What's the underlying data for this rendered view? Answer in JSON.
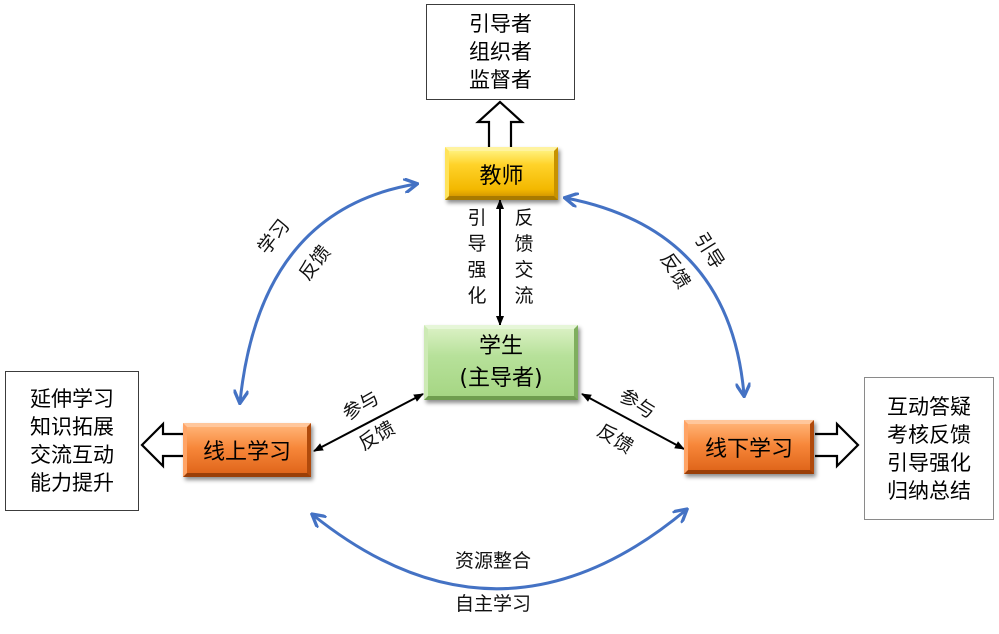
{
  "nodes": {
    "teacher": {
      "label": "教师",
      "color": "#ffc90e"
    },
    "teacher_roles": {
      "lines": [
        "引导者",
        "组织者",
        "监督者"
      ]
    },
    "student": {
      "line1": "学生",
      "line2": "(主导者)",
      "color": "#b4de98"
    },
    "online": {
      "label": "线上学习",
      "color": "#f07d2e"
    },
    "online_outcomes": {
      "lines": [
        "延伸学习",
        "知识拓展",
        "交流互动",
        "能力提升"
      ]
    },
    "offline": {
      "label": "线下学习",
      "color": "#f07d2e"
    },
    "offline_outcomes": {
      "lines": [
        "互动答疑",
        "考核反馈",
        "引导强化",
        "归纳总结"
      ]
    }
  },
  "edges": {
    "teacher_student": {
      "left": "引导强化",
      "right": "反馈交流"
    },
    "teacher_online": {
      "line1": "学习",
      "line2": "反馈"
    },
    "teacher_offline": {
      "line1": "引导",
      "line2": "反馈"
    },
    "student_online": {
      "line1": "参与",
      "line2": "反馈"
    },
    "student_offline": {
      "line1": "参与",
      "line2": "反馈"
    },
    "online_offline": {
      "top": "资源整合",
      "bottom": "自主学习"
    }
  },
  "colors": {
    "arc": "#4472c4",
    "arrow": "#000000"
  }
}
